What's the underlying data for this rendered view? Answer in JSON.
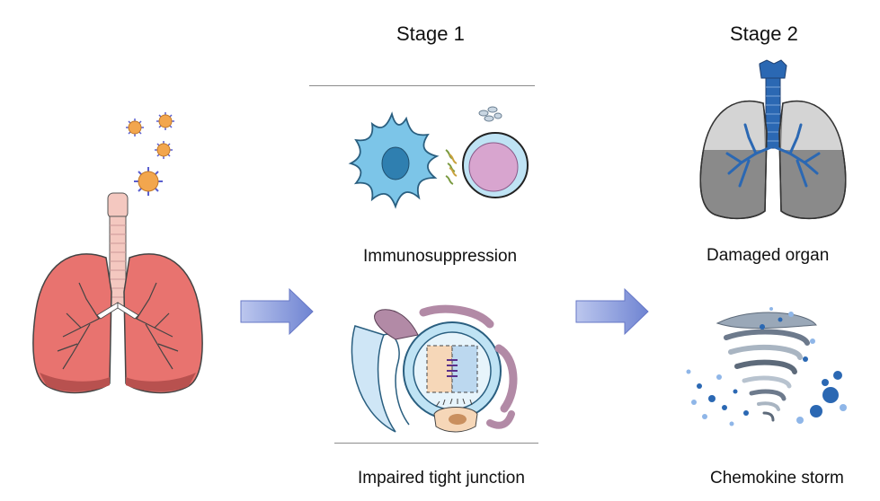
{
  "headers": {
    "stage1": "Stage 1",
    "stage2": "Stage 2"
  },
  "labels": {
    "immunosuppression": "Immunosuppression",
    "impaired_tight_junction": "Impaired tight junction",
    "damaged_organ": "Damaged organ",
    "chemokine_storm": "Chemokine storm"
  },
  "colors": {
    "lung_pink": "#e8736f",
    "lung_dark": "#b8514f",
    "arrow_fill": "#8597d8",
    "virus_orange": "#f2a64e",
    "virus_spike": "#5a5fcf",
    "immune_blue": "#7cc5e8",
    "tcell_pink": "#d8a5cf",
    "damaged_gray": "#8a8a8a",
    "storm_blue": "#2b68b3"
  },
  "icons": {
    "viruses": "virus-particles-icon",
    "healthy_lungs": "healthy-lungs-icon",
    "immune_cells": "dendritic-and-t-cell-icon",
    "tight_junction": "alveolar-tight-junction-icon",
    "damaged_lungs": "damaged-lungs-icon",
    "storm": "chemokine-storm-icon"
  }
}
